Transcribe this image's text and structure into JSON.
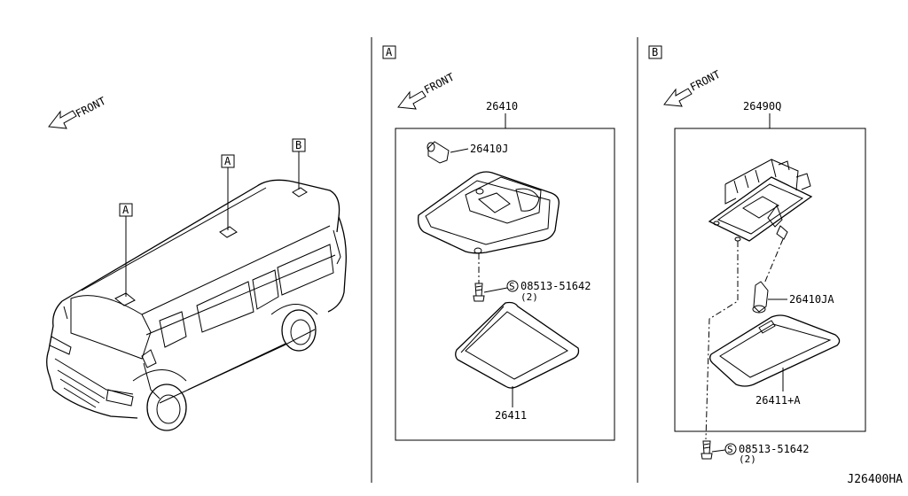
{
  "panels": {
    "left": {
      "front_label": "FRONT",
      "callouts": [
        "A",
        "A",
        "B"
      ]
    },
    "a": {
      "title": "A",
      "front_label": "FRONT",
      "assembly_part": "26410",
      "bulb_part": "26410J",
      "screw_part": "08513-51642",
      "screw_symbol": "S",
      "screw_qty": "(2)",
      "lens_part": "26411"
    },
    "b": {
      "title": "B",
      "front_label": "FRONT",
      "assembly_part": "26490Q",
      "bulb_part": "26410JA",
      "lens_part": "26411+A",
      "screw_part": "08513-51642",
      "screw_symbol": "S",
      "screw_qty": "(2)"
    }
  },
  "diagram_id": "J26400HA"
}
